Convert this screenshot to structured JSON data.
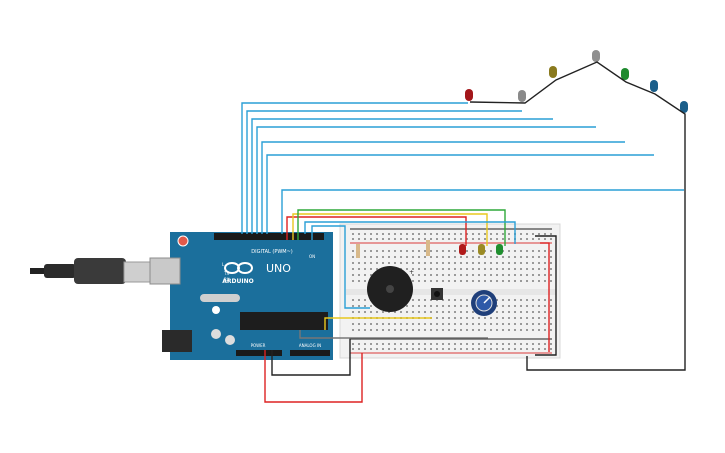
{
  "board": {
    "brand": "ARDUINO",
    "model": "UNO",
    "header_digital": "DIGITAL (PWM~)",
    "header_power": "POWER",
    "header_analog": "ANALOG IN",
    "led_tx": "TX",
    "led_rx": "RX",
    "led_l": "L",
    "led_on": "ON",
    "brand_color": "#1b6f9c"
  },
  "breadboard": {
    "body_color": "#f2f2f2",
    "rail_positive_color": "#d93a3a",
    "rail_negative_color": "#1e1e1e"
  },
  "leds_offboard": [
    {
      "color": "red",
      "hex": "#a3161a"
    },
    {
      "color": "gray",
      "hex": "#8a8a8a"
    },
    {
      "color": "olive",
      "hex": "#8a7a1e"
    },
    {
      "color": "gray",
      "hex": "#8f8f8f"
    },
    {
      "color": "green",
      "hex": "#1e8a2e"
    },
    {
      "color": "blue",
      "hex": "#1a5e8a"
    },
    {
      "color": "blue",
      "hex": "#1a5e8a"
    }
  ],
  "leds_onboard": [
    {
      "color": "red",
      "hex": "#b01a1a"
    },
    {
      "color": "olive",
      "hex": "#9a8a24"
    },
    {
      "color": "green",
      "hex": "#1f8f2f"
    }
  ],
  "components": {
    "buzzer": "buzzer",
    "button": "pushbutton",
    "potentiometer": "potentiometer",
    "usb": "usb-cable"
  },
  "wire_colors": {
    "signal": "#2a9fd6",
    "red": "#d22",
    "yellow": "#e8c81e",
    "green": "#2fa83a",
    "black": "#222222"
  }
}
